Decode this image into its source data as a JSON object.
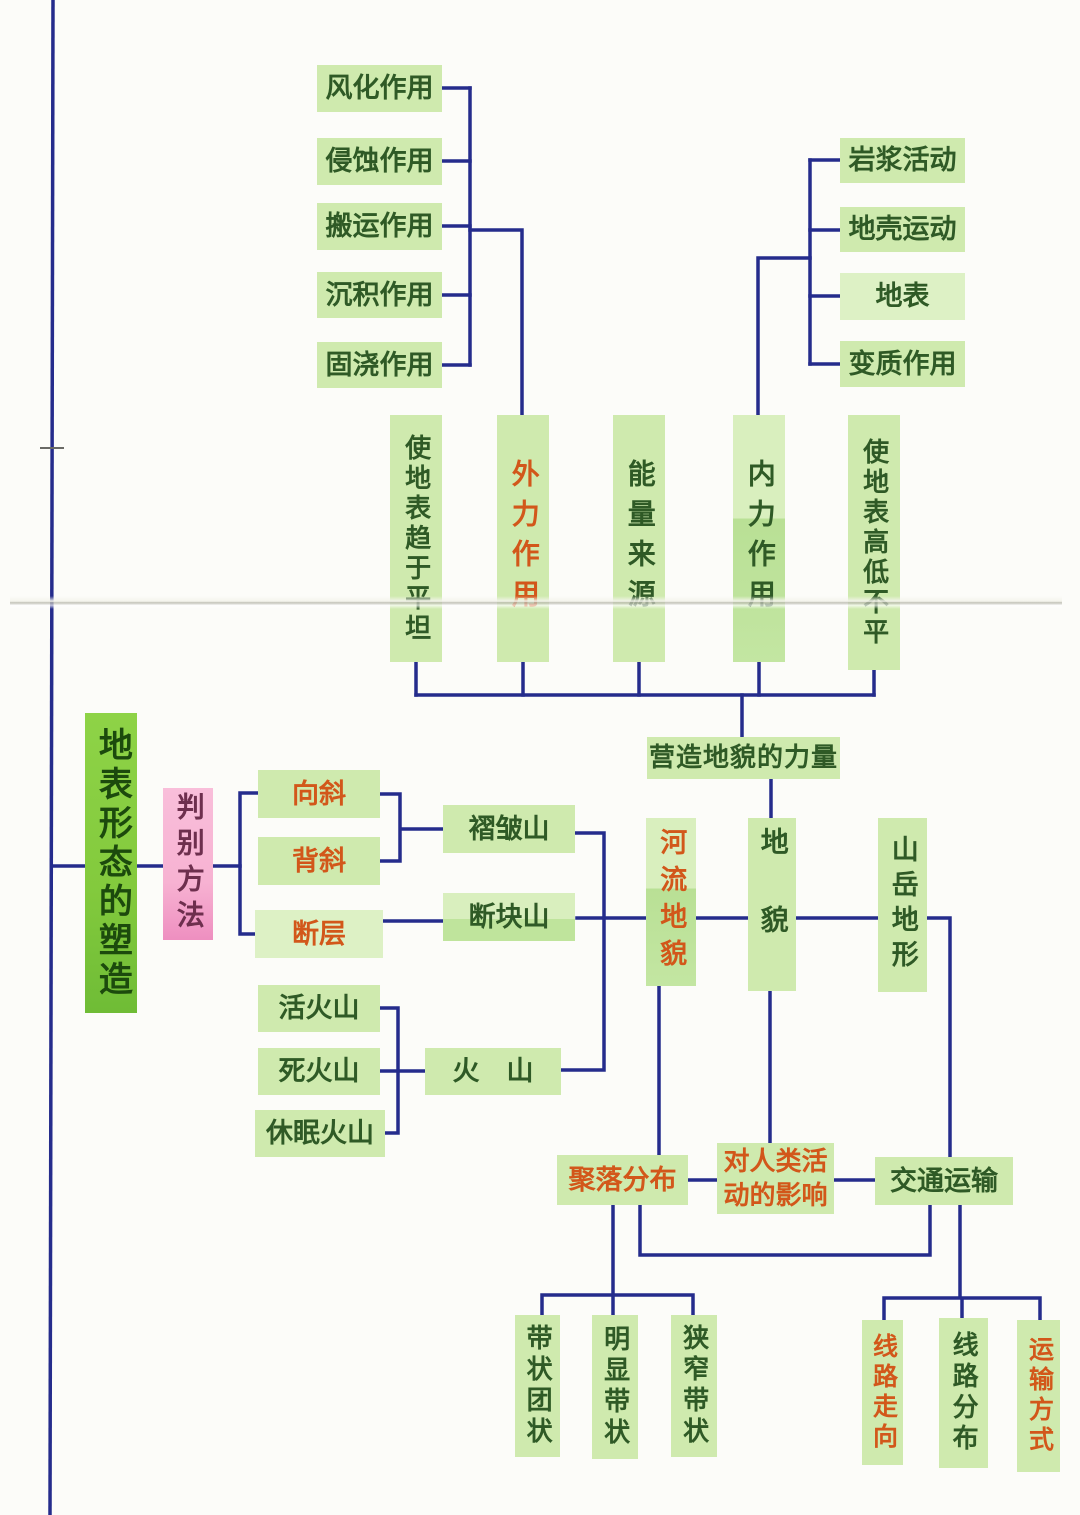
{
  "title": "地表形态的塑造",
  "colors": {
    "connector_line": "#252c8c",
    "box_green": "#cfeaae",
    "box_green_light": "#ddf1c5",
    "title_green": "#83ca3d",
    "pink": "#f7b2d2",
    "text_dark_green": "#2f5a26",
    "text_orange": "#d2571a",
    "text_title_green": "#1c4a0d",
    "text_maroon": "#6e2f4e"
  },
  "nodes": {
    "weathering": {
      "label": "风化作用"
    },
    "erosion": {
      "label": "侵蚀作用"
    },
    "transport_action": {
      "label": "搬运作用"
    },
    "deposition": {
      "label": "沉积作用"
    },
    "consolidation": {
      "label": "固浇作用"
    },
    "magma_activity": {
      "label": "岩浆活动"
    },
    "crustal_movement": {
      "label": "地壳运动"
    },
    "earth_surface": {
      "label": "地表"
    },
    "metamorphism": {
      "label": "变质作用"
    },
    "flatten_surface": {
      "label": "使地表趋于平坦"
    },
    "external_forces": {
      "label": "外力作用"
    },
    "energy_source": {
      "label": "能量来源"
    },
    "internal_forces": {
      "label": "内力作用"
    },
    "uneven_surface": {
      "label": "使地表高低不平"
    },
    "landform_forces": {
      "label": "营造地貌的力量"
    },
    "surface_shaping": {
      "label": "地表形态的塑造"
    },
    "discrimination_method": {
      "label": "判别方法"
    },
    "syncline": {
      "label": "向斜"
    },
    "anticline": {
      "label": "背斜"
    },
    "fault": {
      "label": "断层"
    },
    "fold_mountain": {
      "label": "褶皱山"
    },
    "fault_block_mountain": {
      "label": "断块山"
    },
    "river_landform": {
      "label": "河流地貌"
    },
    "landform": {
      "label": "地貌"
    },
    "mountain_terrain": {
      "label": "山岳地形"
    },
    "active_volcano": {
      "label": "活火山"
    },
    "extinct_volcano": {
      "label": "死火山"
    },
    "dormant_volcano": {
      "label": "休眠火山"
    },
    "volcano": {
      "label": "火　山"
    },
    "settlement_distribution": {
      "label": "聚落分布"
    },
    "human_activity_impact": {
      "label": "对人类活动的影响"
    },
    "transportation": {
      "label": "交通运输"
    },
    "belt_cluster": {
      "label": "带状团状"
    },
    "obvious_belt": {
      "label": "明显带状"
    },
    "narrow_belt": {
      "label": "狭窄带状"
    },
    "route_direction": {
      "label": "线路走向"
    },
    "route_distribution": {
      "label": "线路分布"
    },
    "transport_mode": {
      "label": "运输方式"
    }
  },
  "edges": [
    [
      "weathering",
      "external_forces"
    ],
    [
      "erosion",
      "external_forces"
    ],
    [
      "transport_action",
      "external_forces"
    ],
    [
      "deposition",
      "external_forces"
    ],
    [
      "consolidation",
      "external_forces"
    ],
    [
      "magma_activity",
      "internal_forces"
    ],
    [
      "crustal_movement",
      "internal_forces"
    ],
    [
      "earth_surface",
      "internal_forces"
    ],
    [
      "metamorphism",
      "internal_forces"
    ],
    [
      "flatten_surface",
      "landform_forces"
    ],
    [
      "external_forces",
      "landform_forces"
    ],
    [
      "energy_source",
      "landform_forces"
    ],
    [
      "internal_forces",
      "landform_forces"
    ],
    [
      "uneven_surface",
      "landform_forces"
    ],
    [
      "landform_forces",
      "landform"
    ],
    [
      "surface_shaping",
      "discrimination_method"
    ],
    [
      "discrimination_method",
      "syncline"
    ],
    [
      "discrimination_method",
      "fault"
    ],
    [
      "syncline",
      "fold_mountain"
    ],
    [
      "anticline",
      "fold_mountain"
    ],
    [
      "fault",
      "fault_block_mountain"
    ],
    [
      "active_volcano",
      "volcano"
    ],
    [
      "extinct_volcano",
      "volcano"
    ],
    [
      "dormant_volcano",
      "volcano"
    ],
    [
      "fold_mountain",
      "river_landform"
    ],
    [
      "fault_block_mountain",
      "river_landform"
    ],
    [
      "volcano",
      "river_landform"
    ],
    [
      "river_landform",
      "landform"
    ],
    [
      "landform",
      "mountain_terrain"
    ],
    [
      "river_landform",
      "settlement_distribution"
    ],
    [
      "landform",
      "human_activity_impact"
    ],
    [
      "mountain_terrain",
      "transportation"
    ],
    [
      "settlement_distribution",
      "human_activity_impact"
    ],
    [
      "human_activity_impact",
      "transportation"
    ],
    [
      "settlement_distribution",
      "transportation"
    ],
    [
      "settlement_distribution",
      "belt_cluster"
    ],
    [
      "settlement_distribution",
      "obvious_belt"
    ],
    [
      "settlement_distribution",
      "narrow_belt"
    ],
    [
      "transportation",
      "route_direction"
    ],
    [
      "transportation",
      "route_distribution"
    ],
    [
      "transportation",
      "transport_mode"
    ]
  ]
}
